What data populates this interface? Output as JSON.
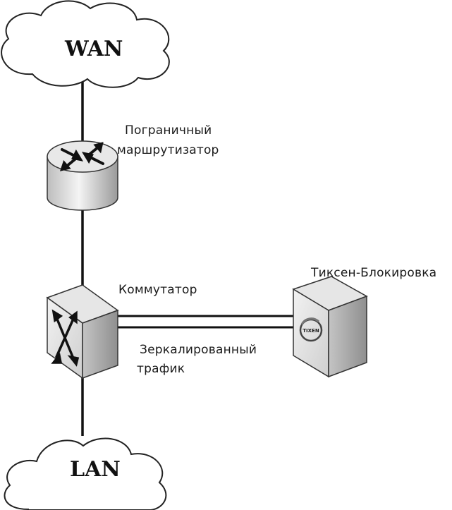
{
  "clouds": {
    "top": "WAN",
    "bottom": "LAN"
  },
  "labels": {
    "router": [
      "Пограничный",
      "маршрутизатор"
    ],
    "switch": "Коммутатор",
    "blocker": "Тиксен-Блокировка",
    "mirror": [
      "Зеркалированный",
      "трафик"
    ],
    "logo": "TIXEN"
  },
  "icons": {
    "router": "router-icon",
    "switch": "switch-icon",
    "blocker": "appliance-icon"
  }
}
